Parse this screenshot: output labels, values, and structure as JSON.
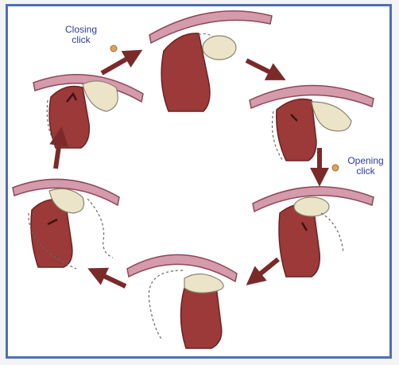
{
  "diagram": {
    "type": "cyclic illustration",
    "stages": 6,
    "labels": {
      "closing_line1": "Closing",
      "closing_line2": "click",
      "opening_line1": "Opening",
      "opening_line2": "click"
    },
    "colors": {
      "frame": "#4f6fb6",
      "ventricle": "#9b3a38",
      "ventricle_shade": "#7b2c2b",
      "septum": "#d59aac",
      "leaflet": "#ece4c9",
      "arrow": "#7b2a2a",
      "marker": "#d9a260",
      "label_text": "#2f3a9a"
    }
  }
}
